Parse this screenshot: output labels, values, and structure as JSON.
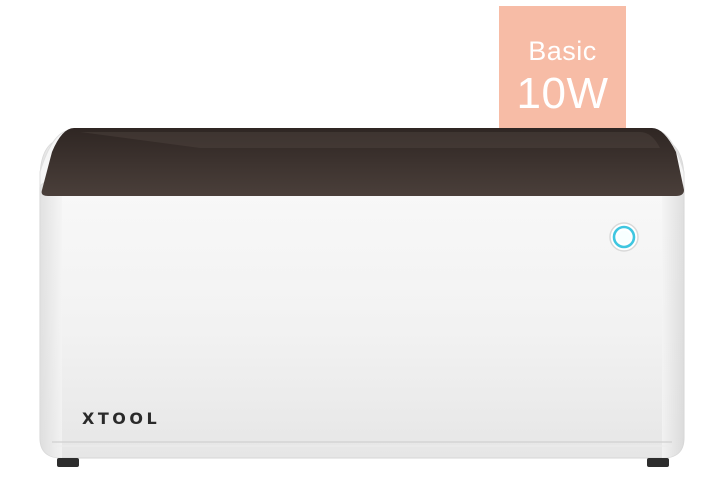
{
  "badge": {
    "line1": "Basic",
    "line2": "10W",
    "color": "#f7bca6"
  },
  "device": {
    "brand": "XTOOL",
    "lid_color": "#3b302c",
    "body_color": "#f4f4f4",
    "indicator_color": "#3fc6e0"
  }
}
